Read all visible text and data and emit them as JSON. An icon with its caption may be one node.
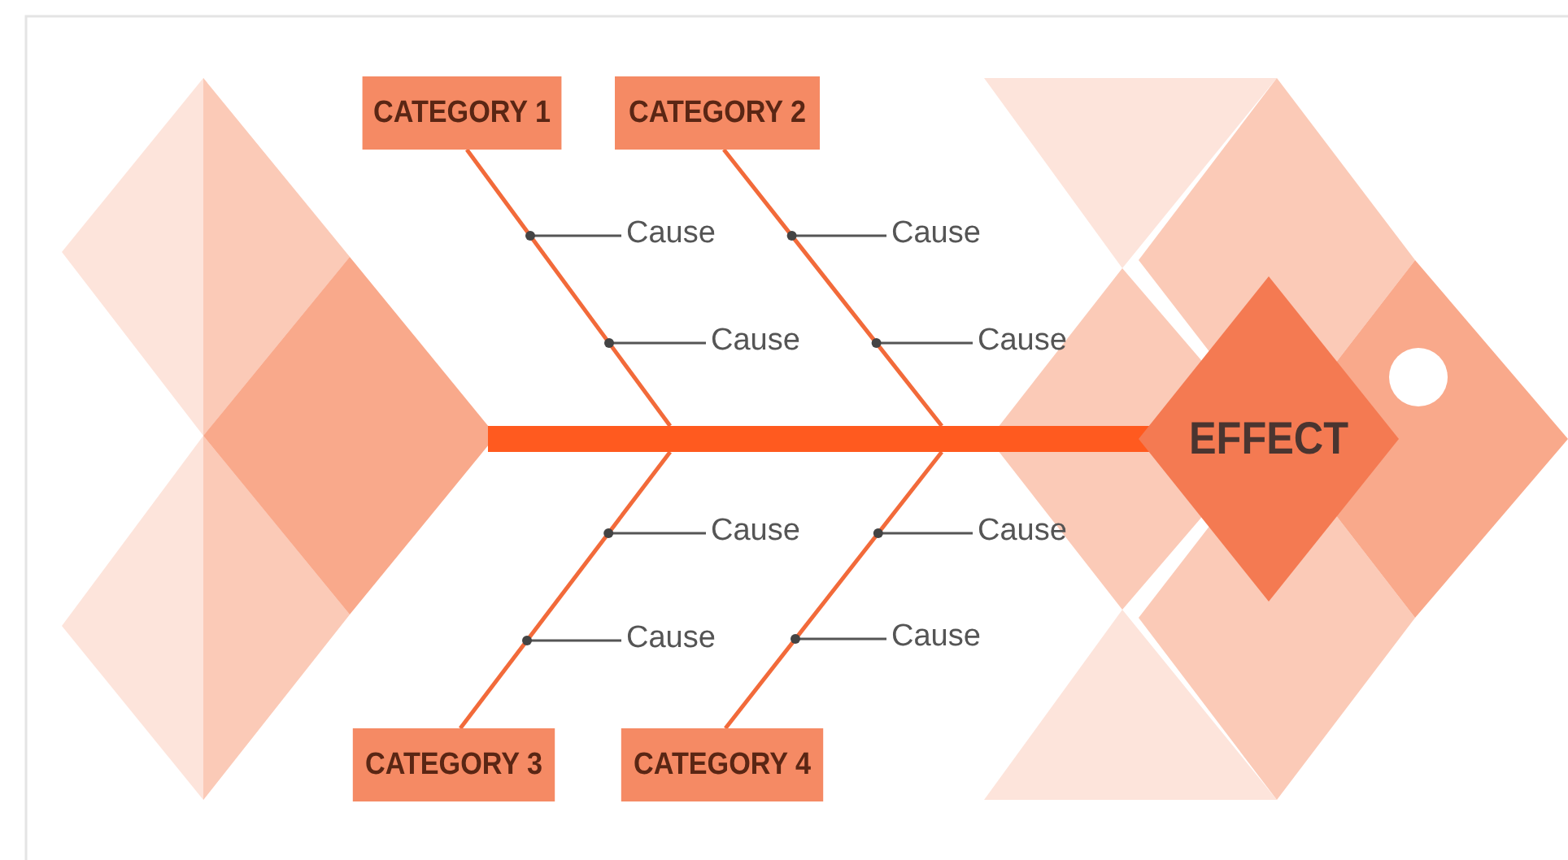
{
  "diagram": {
    "nodes": [
      {
        "text": [
          "CATEGORY 1"
        ]
      },
      {
        "text": [
          "CATEGORY 2"
        ]
      },
      {
        "text": [
          "Cause"
        ]
      },
      {
        "text": [
          "Cause"
        ]
      },
      {
        "text": [
          "Cause"
        ]
      },
      {
        "text": [
          "Cause"
        ]
      },
      {
        "text": [],
        "shape": "bar"
      },
      {
        "text": [
          "EFFECT"
        ]
      },
      {
        "text": [
          "Cause"
        ]
      },
      {
        "text": [
          "Cause"
        ]
      },
      {
        "text": [
          "Cause"
        ]
      },
      {
        "text": [
          "Cause"
        ]
      },
      {
        "text": [
          "CATEGORY 3"
        ]
      },
      {
        "text": [
          "CATEGORY 4"
        ]
      }
    ],
    "edges": [
      {
        "from": 0,
        "to": 6,
        "arrow": "none",
        "color": "#f26a3a"
      },
      {
        "from": 1,
        "to": 6,
        "arrow": "none",
        "color": "#f26a3a"
      },
      {
        "from": 12,
        "to": 6,
        "arrow": "none",
        "color": "#f26a3a"
      },
      {
        "from": 13,
        "to": 6,
        "arrow": "none",
        "color": "#f26a3a"
      },
      {
        "from": 2,
        "to": null,
        "arrow": "other"
      },
      {
        "from": 4,
        "to": null,
        "arrow": "other"
      },
      {
        "from": 3,
        "to": null,
        "arrow": "other"
      },
      {
        "from": 5,
        "to": null,
        "arrow": "other"
      },
      {
        "from": 8,
        "to": null,
        "arrow": "other"
      },
      {
        "from": 10,
        "to": null,
        "arrow": "other"
      },
      {
        "from": 9,
        "to": null,
        "arrow": "other"
      },
      {
        "from": 11,
        "to": null,
        "arrow": "other"
      }
    ]
  }
}
